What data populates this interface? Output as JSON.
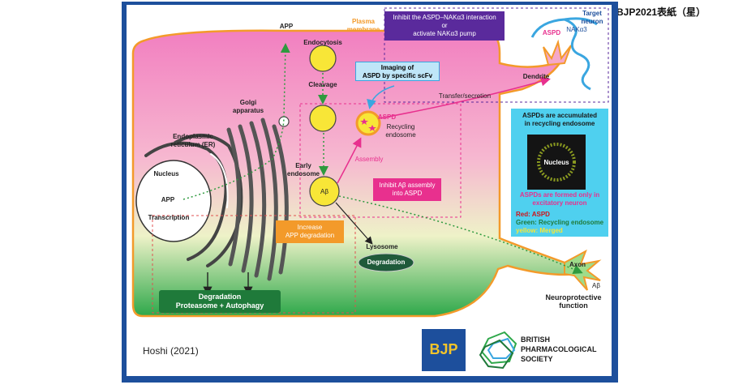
{
  "corner_label": "BJP2021表紙（星）",
  "colors": {
    "frame": "#1d4f9c",
    "cell_top": "#f27fc0",
    "cell_bottom": "#2ea84a",
    "purple_box": "#5a2a9c",
    "pink_box": "#e8308e",
    "orange_box": "#f39a2a",
    "green_bar": "#1f7a3a",
    "cyan_box": "#4fd0ef"
  },
  "labels": {
    "app_top": "APP",
    "plasma_membrane": "Plasma\nmembrane",
    "endocytosis": "Endocytosis",
    "cleavage": "Cleavage",
    "golgi": "Golgi\napparatus",
    "er": "Endoplasmic\nreticulum (ER)",
    "nucleus": "Nucleus",
    "app_nucleus": "APP",
    "transcription": "Transcription",
    "early_endosome": "Early\nendosome",
    "abeta": "Aβ",
    "aspd": "ASPD",
    "recycling_endosome": "Recycling\nendosome",
    "assembly": "Assembly",
    "imaging": "Imaging of\nASPD by specific scFv",
    "transfer": "Transfer/secretion",
    "target_neuron": "Target\nneuron",
    "aspd_target": "ASPD",
    "nak": "NAKα3",
    "dendrite": "Dendrite",
    "lysosome": "Lysosome",
    "degradation_lyso": "Degradation",
    "axon": "Axon",
    "abeta_axon": "Aβ",
    "neuroprotective": "Neuroprotective\nfunction",
    "degradation_bar_line1": "Degradation",
    "degradation_bar_line2": "Proteasome + Autophagy",
    "citation": "Hoshi (2021)",
    "bjp_logo": "BJP",
    "bps_line1": "BRITISH",
    "bps_line2": "PHARMACOLOGICAL",
    "bps_line3": "SOCIETY"
  },
  "boxes": {
    "purple": "Inhibit the ASPD–NAKα3 interaction\nor\nactivate NAKα3 pump",
    "pink": "Inhibit Aβ assembly\ninto ASPD",
    "orange": "Increase\nAPP degradation",
    "inset_title": "ASPDs are accumulated\nin recycling endosome",
    "inset_nucleus": "Nucleus",
    "inset_caption": "ASPDs are formed only in\nexcitatory neuron",
    "legend_red": "Red: ASPD",
    "legend_green": "Green: Recycling endosome",
    "legend_yellow": "yellow: Merged"
  }
}
